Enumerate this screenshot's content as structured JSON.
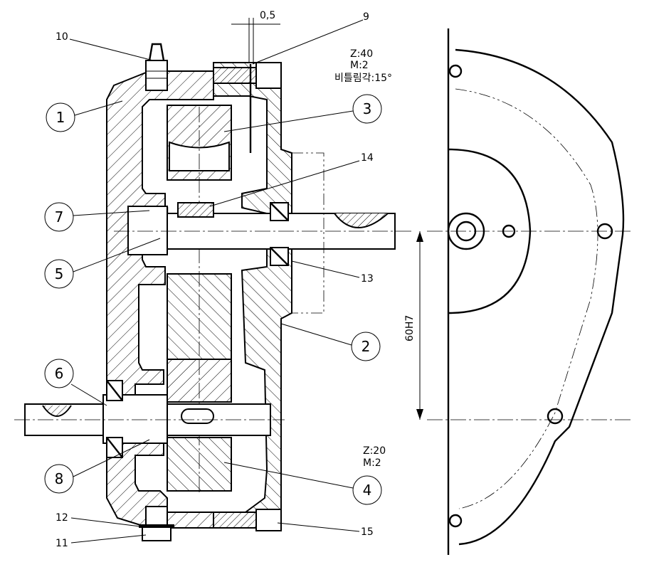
{
  "gear_large": {
    "teeth": "Z:40",
    "module": "M:2",
    "helix_angle": "비틀림각:15°"
  },
  "gear_small": {
    "teeth": "Z:20",
    "module": "M:2"
  },
  "dimensions": {
    "gap": "0,5",
    "center_distance": "60H7"
  },
  "balloons": {
    "b1": "1",
    "b2": "2",
    "b3": "3",
    "b4": "4",
    "b5": "5",
    "b6": "6",
    "b7": "7",
    "b8": "8"
  },
  "callouts": {
    "c9": "9",
    "c10": "10",
    "c11": "11",
    "c12": "12",
    "c13": "13",
    "c14": "14",
    "c15": "15"
  }
}
